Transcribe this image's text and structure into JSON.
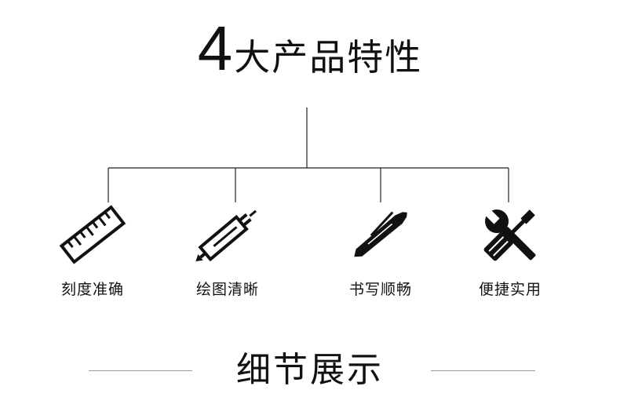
{
  "header": {
    "number": "4",
    "title": "大产品特性"
  },
  "features": [
    {
      "label": "刻度准确",
      "icon": "ruler-icon"
    },
    {
      "label": "绘图清晰",
      "icon": "compass-icon"
    },
    {
      "label": "书写顺畅",
      "icon": "pen-icon"
    },
    {
      "label": "便捷实用",
      "icon": "wrench-screwdriver-icon"
    }
  ],
  "section": {
    "title": "细节展示"
  },
  "colors": {
    "text": "#111111",
    "line": "#222222",
    "divider": "#999999",
    "background": "#ffffff"
  }
}
